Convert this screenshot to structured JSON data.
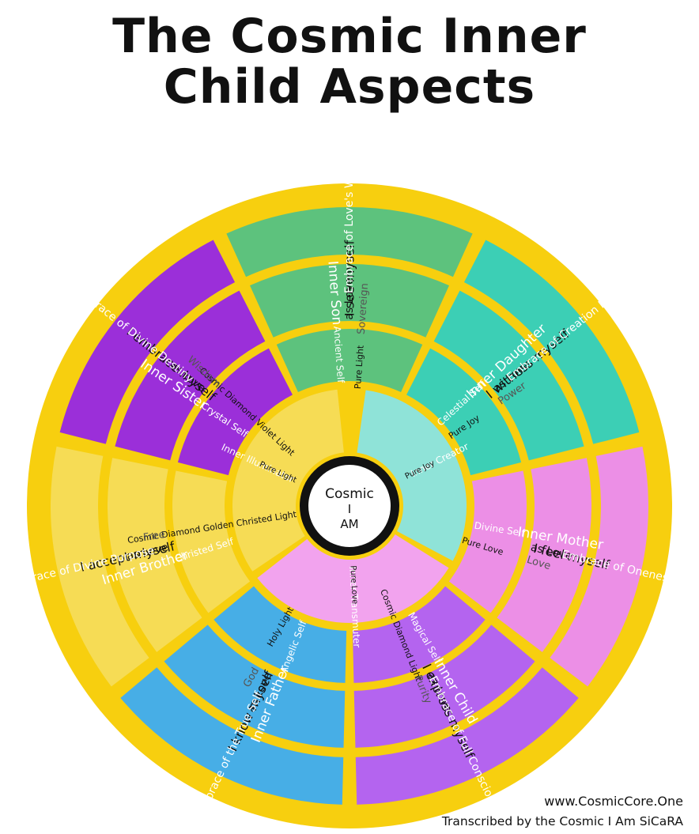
{
  "title": {
    "line1": "The Cosmic Inner",
    "line2": "Child Aspects"
  },
  "colors": {
    "frame": "#f7cf0f",
    "green": "#5dc27d",
    "teal": "#3ccfb5",
    "pink": "#ec8fe6",
    "purple": "#b464ef",
    "blue": "#47aee6",
    "yellow": "#f6dc55",
    "violet": "#9b2fd9",
    "center_ring": "#111111"
  },
  "center": {
    "line1": "Cosmic",
    "line2": "I",
    "line3": "AM"
  },
  "sectors": [
    {
      "id": "green",
      "ring1": "Ancient Self",
      "ring1_sub": "Pure Light",
      "ring2": "Inner Son",
      "ring2_sub": "Sovereign",
      "ring3_line1": "I see myself",
      "ring3_line2": "as Love",
      "ring4": "Embrace of Love's Will"
    },
    {
      "id": "teal",
      "ring1": "Celestial Self",
      "ring1_sub": "Pure Joy",
      "ring2": "Inner Daughter",
      "ring2_sub": "Power",
      "ring3_line1": "I witness myself",
      "ring3_line2": "as Love",
      "ring4": "Embrace of Creation Rays"
    },
    {
      "id": "pink",
      "ring1": "Divine Self",
      "ring1_sub": "Pure Love",
      "ring2": "Inner Mother",
      "ring2_sub": "Love",
      "ring3_line1": "I feel myself",
      "ring3_line2": "as Love",
      "ring4": "Embrace of Oneness"
    },
    {
      "id": "purple",
      "ring1": "Magical Self",
      "ring1_sub": "Cosmic Diamond Light",
      "ring2": "Inner Child",
      "ring2_sub": "Purity",
      "ring3_line1": "I express myself",
      "ring3_line2": "as Love",
      "ring4": "Embrace of Full Consciousness"
    },
    {
      "id": "blue",
      "ring1": "Angelic Self",
      "ring1_sub": "Holy Light",
      "ring2": "Inner Father",
      "ring2_sub": "God",
      "ring3_line1": "I know myself",
      "ring3_line2": "as Love",
      "ring4": "Embrace of the True Self"
    },
    {
      "id": "yellow",
      "ring1": "Christed Self",
      "ring1_sub": "Cosmic Diamond Golden Christed Light",
      "ring2": "Inner Brother",
      "ring2_sub": "Free",
      "ring3_line1": "I accept myself",
      "ring3_line2": "as Love",
      "ring4": "Embrace of Divine Purpose"
    },
    {
      "id": "violet",
      "ring1": "Crystal Self",
      "ring1_sub": "Cosmic Diamond Violet Light",
      "ring2": "Inner Sister",
      "ring2_sub": "Wisdom",
      "ring3_line1": "I embrace myself",
      "ring3_line2": "as Love",
      "ring4": "Embrace of Divine Destiny"
    }
  ],
  "inner_ring": [
    {
      "id": "teal",
      "label": "Inner Creator",
      "sub": "Pure Joy"
    },
    {
      "id": "pink",
      "label": "Inner Transmuter",
      "sub": "Pure Love"
    },
    {
      "id": "yellow",
      "label": "Inner Illuminator",
      "sub": "Pure Light"
    }
  ],
  "credits": {
    "site": "www.CosmicCore.One",
    "transcriber": "Transcribed by the Cosmic I Am SiCaRA"
  }
}
